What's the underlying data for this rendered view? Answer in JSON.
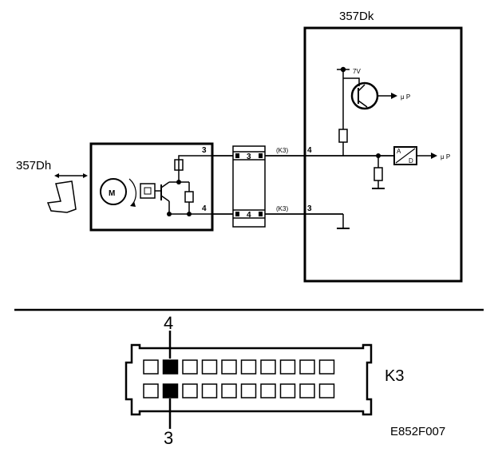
{
  "module_right": {
    "label": "357Dk",
    "supply_label": "7V",
    "transistor_out_label": "μ P",
    "adc_label_a": "A",
    "adc_label_d": "D",
    "adc_out_label": "μ P",
    "pin_upper": "4",
    "pin_lower": "3"
  },
  "module_left": {
    "label": "357Dh",
    "motor_label": "M",
    "pin_upper": "3",
    "pin_lower": "4"
  },
  "connector_block": {
    "pin_upper": "3",
    "pin_lower": "4",
    "wire_upper_label": "(K3)",
    "wire_lower_label": "(K3)"
  },
  "connector_face": {
    "label": "K3",
    "callout_top": "4",
    "callout_bottom": "3",
    "rows": 2,
    "cavities_per_row": 10,
    "highlighted_column": 2
  },
  "figure_code": "E852F007"
}
